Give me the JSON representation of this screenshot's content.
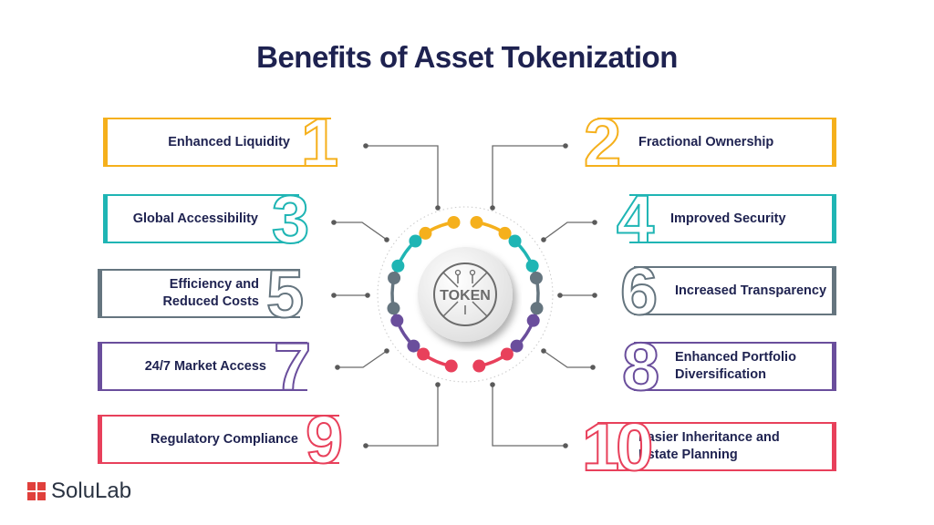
{
  "title": "Benefits of Asset Tokenization",
  "center_label": "TOKEN",
  "colors": {
    "yellow": "#f5b01c",
    "teal": "#1fb5b4",
    "grey": "#65757f",
    "purple": "#6a4e9c",
    "red": "#e8405b",
    "navy": "#1e2250"
  },
  "benefits": [
    {
      "number": "1",
      "label": "Enhanced Liquidity",
      "color": "#f5b01c"
    },
    {
      "number": "2",
      "label": "Fractional Ownership",
      "color": "#f5b01c"
    },
    {
      "number": "3",
      "label": "Global Accessibility",
      "color": "#1fb5b4"
    },
    {
      "number": "4",
      "label": "Improved Security",
      "color": "#1fb5b4"
    },
    {
      "number": "5",
      "label": "Efficiency and Reduced Costs",
      "color": "#65757f"
    },
    {
      "number": "6",
      "label": "Increased Transparency",
      "color": "#65757f"
    },
    {
      "number": "7",
      "label": "24/7 Market Access",
      "color": "#6a4e9c"
    },
    {
      "number": "8",
      "label": "Enhanced Portfolio Diversification",
      "color": "#6a4e9c"
    },
    {
      "number": "9",
      "label": "Regulatory Compliance",
      "color": "#e8405b"
    },
    {
      "number": "10",
      "label": "Easier Inheritance and Estate Planning",
      "color": "#e8405b"
    }
  ],
  "brand": "SoluLab"
}
